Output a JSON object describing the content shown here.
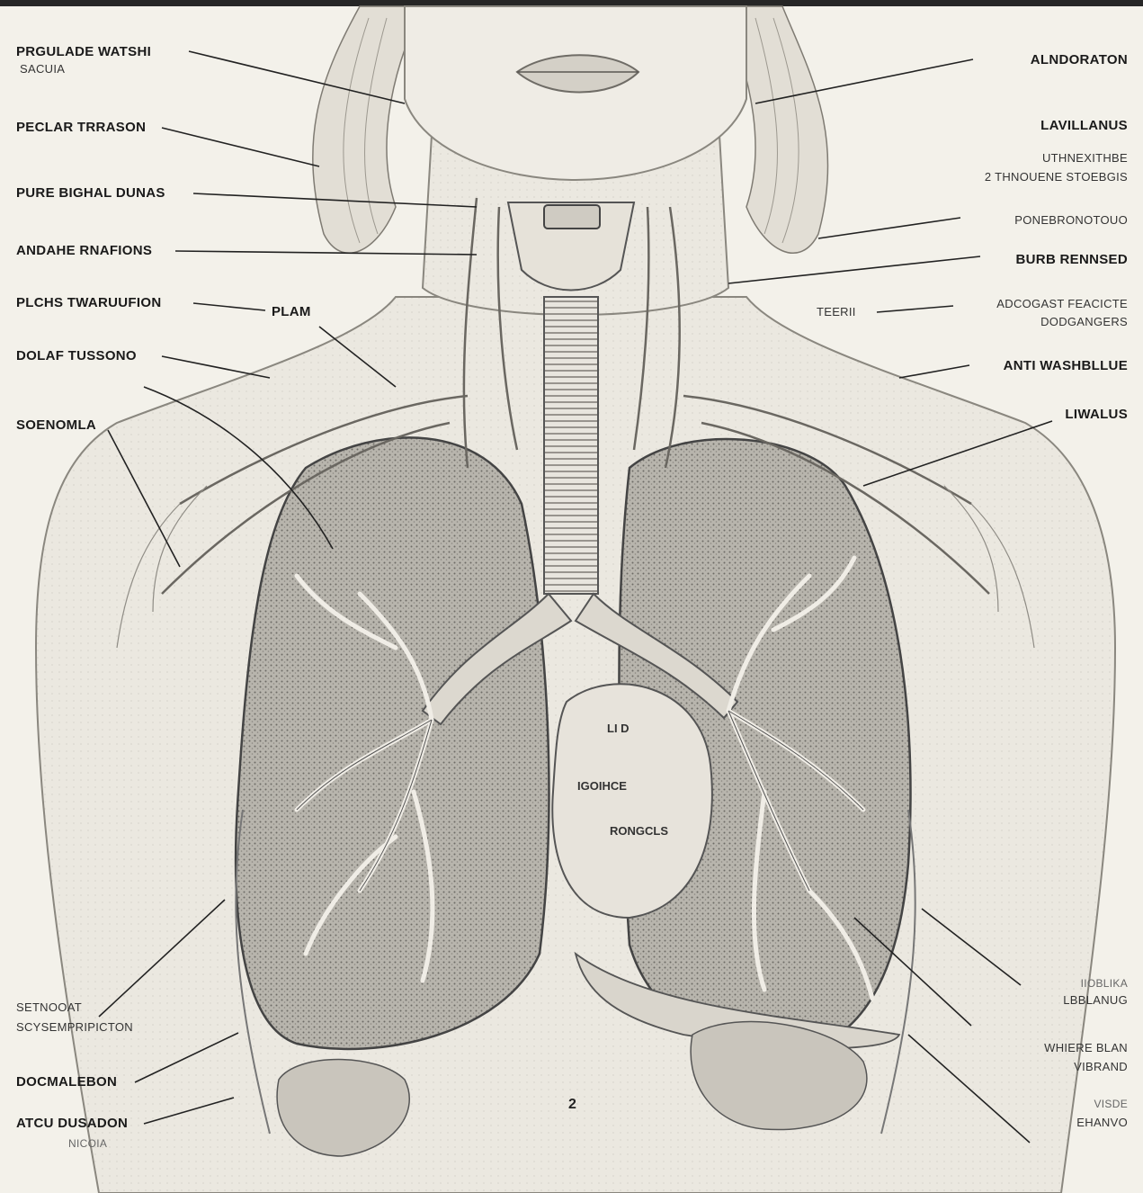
{
  "colors": {
    "paper": "#f3f1ea",
    "ink": "#1a1a1a",
    "tissue": "#8c8a86",
    "bar": "#262626"
  },
  "labels_left": [
    {
      "id": "l1",
      "text": "PRGULADE WATSHI"
    },
    {
      "id": "l1b",
      "text": "SACUIA"
    },
    {
      "id": "l2",
      "text": "PECLAR TRRASON"
    },
    {
      "id": "l3",
      "text": "PURE BIGHAL DUNAS"
    },
    {
      "id": "l4",
      "text": "ANDAHE RNAFIONS"
    },
    {
      "id": "l5",
      "text": "PLCHS TWARUUFION"
    },
    {
      "id": "l5b",
      "text": "PLAM"
    },
    {
      "id": "l6",
      "text": "DOLAF TUSSONO"
    },
    {
      "id": "l7",
      "text": "SOENOMLA"
    },
    {
      "id": "l8",
      "text": "SETNOOAT"
    },
    {
      "id": "l8b",
      "text": "SCYSEMPRIPICTON"
    },
    {
      "id": "l9",
      "text": "DOCMALEBON"
    },
    {
      "id": "l10",
      "text": "ATCU DUSADON"
    },
    {
      "id": "l10b",
      "text": "NICOIA"
    }
  ],
  "labels_right": [
    {
      "id": "r1",
      "text": "ALNDORATON"
    },
    {
      "id": "r2",
      "text": "LAVILLANUS"
    },
    {
      "id": "r3a",
      "text": "UTHNEXITHBE"
    },
    {
      "id": "r3b",
      "text": "2 THNOUENE STOEBGIS"
    },
    {
      "id": "r4",
      "text": "PONEBRONOTOUO"
    },
    {
      "id": "r5",
      "text": "BURB RENNSED"
    },
    {
      "id": "r6a",
      "text": "TEERII"
    },
    {
      "id": "r6b",
      "text": "ADCOGAST FEACICTE"
    },
    {
      "id": "r6c",
      "text": "DODGANGERS"
    },
    {
      "id": "r7",
      "text": "ANTI WASHBLLUE"
    },
    {
      "id": "r8",
      "text": "LIWALUS"
    },
    {
      "id": "r9a",
      "text": "IIOBLIKA"
    },
    {
      "id": "r9b",
      "text": "LBBLANUG"
    },
    {
      "id": "r10a",
      "text": "WHIERE BLAN"
    },
    {
      "id": "r10b",
      "text": "VIBRAND"
    },
    {
      "id": "r11a",
      "text": "VISDE"
    },
    {
      "id": "r11b",
      "text": "EHANVO"
    }
  ],
  "organ_labels": [
    {
      "id": "h1",
      "text": "LI D"
    },
    {
      "id": "h2",
      "text": "IGOIHCE"
    },
    {
      "id": "h3",
      "text": "RONGCLS"
    }
  ],
  "page_number": "2"
}
